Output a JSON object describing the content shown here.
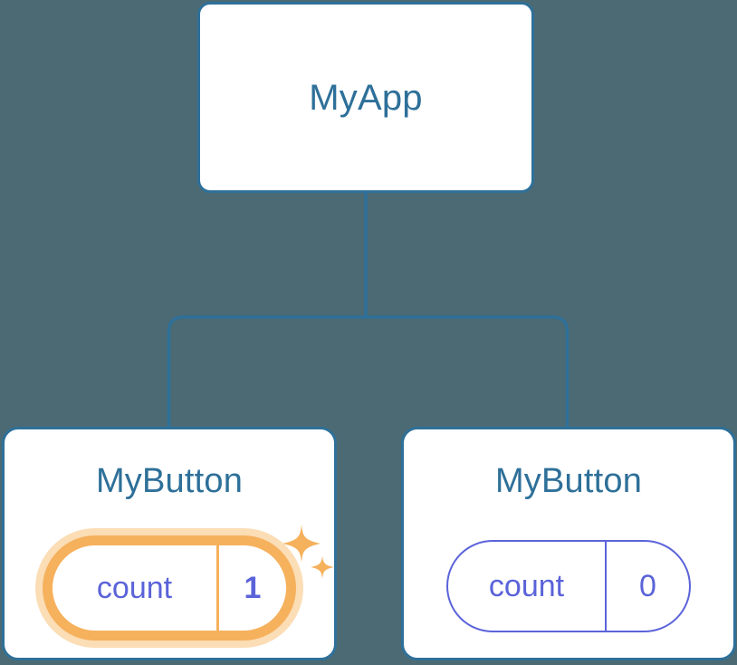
{
  "diagram": {
    "type": "component-tree",
    "background_color": "#4c6a73",
    "node_border_color": "#2e7099",
    "node_text_color": "#2e7099",
    "connector_color": "#2e7099",
    "state_accent_color": "#5b63d9",
    "highlight_color": "#f6b15d",
    "highlight_glow_color": "#fbddb6"
  },
  "root": {
    "title": "MyApp"
  },
  "children": [
    {
      "title": "MyButton",
      "state": {
        "label": "count",
        "value": "1"
      },
      "highlighted": true,
      "sparkles": [
        "sparkle-large-icon",
        "sparkle-small-icon"
      ]
    },
    {
      "title": "MyButton",
      "state": {
        "label": "count",
        "value": "0"
      },
      "highlighted": false,
      "sparkles": []
    }
  ]
}
